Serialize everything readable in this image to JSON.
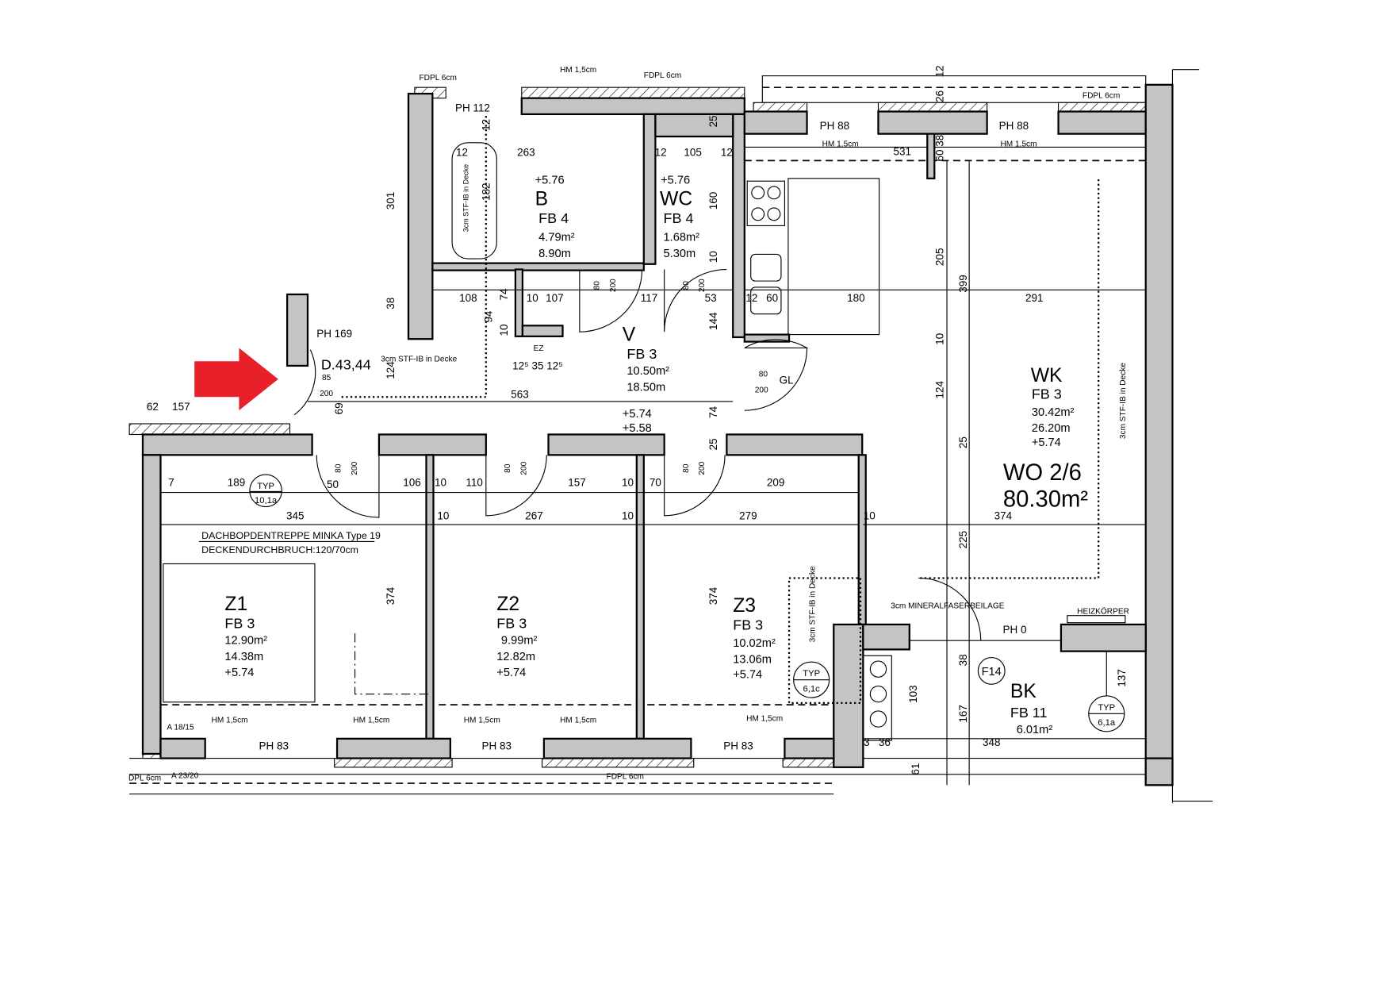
{
  "plan": {
    "unit_label": "WO 2/6",
    "total_area": "80.30m²"
  },
  "colors": {
    "arrow": "#e8202a",
    "wall": "#c4c4c4"
  },
  "rooms": [
    {
      "name": "B",
      "fb": "FB 4",
      "area": "4.79m²",
      "perimeter": "8.90m",
      "level": "+5.76"
    },
    {
      "name": "WC",
      "fb": "FB 4",
      "area": "1.68m²",
      "perimeter": "5.30m",
      "level": "+5.76"
    },
    {
      "name": "V",
      "fb": "FB 3",
      "area": "10.50m²",
      "perimeter": "18.50m",
      "level": "+5.74",
      "level2": "+5.58"
    },
    {
      "name": "WK",
      "fb": "FB 3",
      "area": "30.42m²",
      "perimeter": "26.20m",
      "level": "+5.74"
    },
    {
      "name": "Z1",
      "fb": "FB 3",
      "area": "12.90m²",
      "perimeter": "14.38m",
      "level": "+5.74"
    },
    {
      "name": "Z2",
      "fb": "FB 3",
      "area": "9.99m²",
      "perimeter": "12.82m",
      "level": "+5.74"
    },
    {
      "name": "Z3",
      "fb": "FB 3",
      "area": "10.02m²",
      "perimeter": "13.06m",
      "level": "+5.74"
    },
    {
      "name": "BK",
      "fb": "FB 11",
      "area": "6.01m²"
    }
  ],
  "dims": [
    "263",
    "12",
    "12",
    "105",
    "12",
    "108",
    "107",
    "10",
    "117",
    "53",
    "12",
    "60",
    "180",
    "291",
    "531",
    "563",
    "85",
    "200",
    "80",
    "200",
    "189",
    "7",
    "50",
    "106",
    "10",
    "110",
    "157",
    "10",
    "70",
    "209",
    "345",
    "10",
    "267",
    "10",
    "279",
    "10",
    "374",
    "348",
    "36",
    "3",
    "62",
    "157",
    "12⁵ 35 12⁵",
    "PH 112",
    "PH 169",
    "PH 88",
    "PH 88",
    "PH 83",
    "PH 83",
    "PH 83",
    "PH 0",
    "EZ",
    "GL"
  ],
  "vdims": [
    "301",
    "38",
    "124",
    "69",
    "182",
    "12",
    "74",
    "94",
    "10",
    "160",
    "10",
    "144",
    "74",
    "25",
    "25",
    "205",
    "399",
    "10",
    "124",
    "25",
    "225",
    "38",
    "167",
    "103",
    "61",
    "137",
    "374",
    "374",
    "12",
    "26",
    "60 38",
    "80",
    "200",
    "80",
    "200",
    "80",
    "200",
    "80",
    "200",
    "80",
    "200"
  ],
  "notes": [
    "FDPL 6cm",
    "HM 1,5cm",
    "FDPL 6cm",
    "FDPL 6cm",
    "HM 1,5cm",
    "HM 1,5cm",
    "3cm STF-IB in Decke",
    "D.43,44",
    "DACHBOPDENTREPPE MINKA Type 19",
    "DECKENDURCHBRUCH:120/70cm",
    "3cm MINERALFASERBEILAGE",
    "HEIZKÖRPER",
    "HM 1,5cm",
    "HM 1,5cm",
    "HM 1,5cm",
    "HM 1,5cm",
    "HM 1,5cm",
    "A 18/15",
    "A 23/20",
    "DPL 6cm",
    "FDPL 6cm",
    "3cm STF-IB in Decke",
    "3cm STF-IB in Decke",
    "3cm STF-IB in Decke"
  ],
  "tags": [
    {
      "top": "TYP",
      "bottom": "10,1a"
    },
    {
      "top": "TYP",
      "bottom": "6,1c"
    },
    {
      "top": "TYP",
      "bottom": "6,1a"
    },
    {
      "label": "F14"
    }
  ]
}
